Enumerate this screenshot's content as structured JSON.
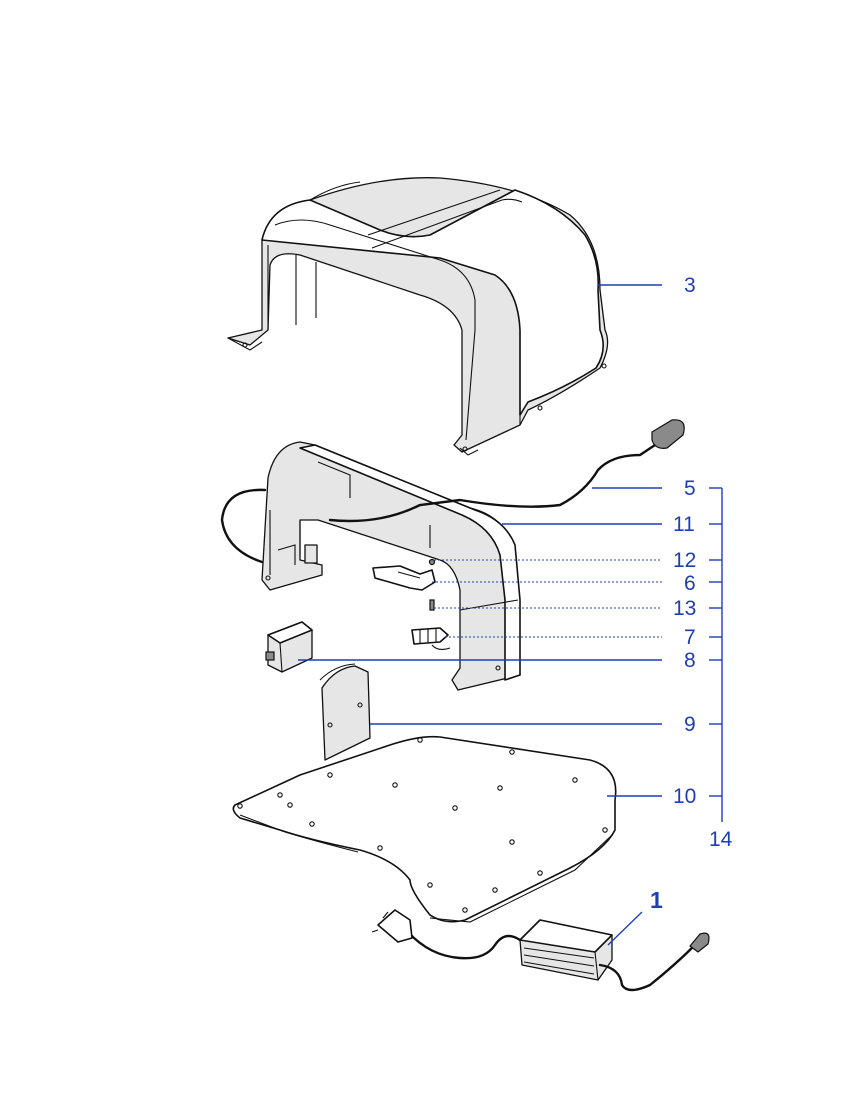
{
  "colors": {
    "callout": "#1e3fb3",
    "outline": "#111111",
    "shade": "#e6e6e6"
  },
  "callouts": {
    "c1": "1",
    "c3": "3",
    "c5": "5",
    "c6": "6",
    "c7": "7",
    "c8": "8",
    "c9": "9",
    "c10": "10",
    "c11": "11",
    "c12": "12",
    "c13": "13",
    "c14": "14"
  }
}
